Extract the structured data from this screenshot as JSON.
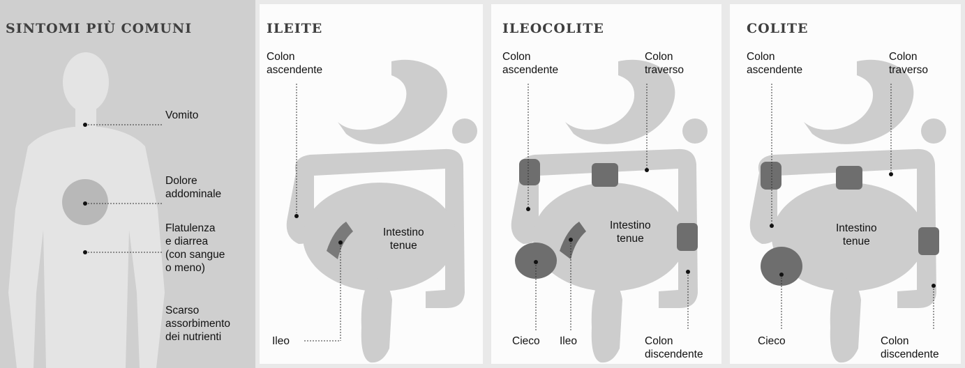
{
  "symptoms": {
    "title": "SINTOMI PIÙ COMUNI",
    "items": [
      {
        "label": "Vomito"
      },
      {
        "label": "Dolore\naddominale"
      },
      {
        "label": "Flatulenza\ne diarrea\n(con sangue\no meno)"
      },
      {
        "label": "Scarso\nassorbimento\ndei nutrienti"
      }
    ]
  },
  "panels": [
    {
      "title": "ILEITE",
      "labels": {
        "colon_asc": "Colon\nascendente",
        "small_int": "Intestino\ntenue",
        "ileo": "Ileo"
      }
    },
    {
      "title": "ILEOCOLITE",
      "labels": {
        "colon_asc": "Colon\nascendente",
        "colon_trav": "Colon\ntraverso",
        "small_int": "Intestino\ntenue",
        "cieco": "Cieco",
        "ileo": "Ileo",
        "colon_disc": "Colon\ndiscendente"
      }
    },
    {
      "title": "COLITE",
      "labels": {
        "colon_asc": "Colon\nascendente",
        "colon_trav": "Colon\ntraverso",
        "small_int": "Intestino\ntenue",
        "cieco": "Cieco",
        "colon_disc": "Colon\ndiscendente"
      }
    }
  ],
  "colors": {
    "left_bg": "#cfcfcf",
    "organ": "#c9c9c9",
    "inflamed": "#6e6e6e",
    "title": "#3f3f3f"
  }
}
